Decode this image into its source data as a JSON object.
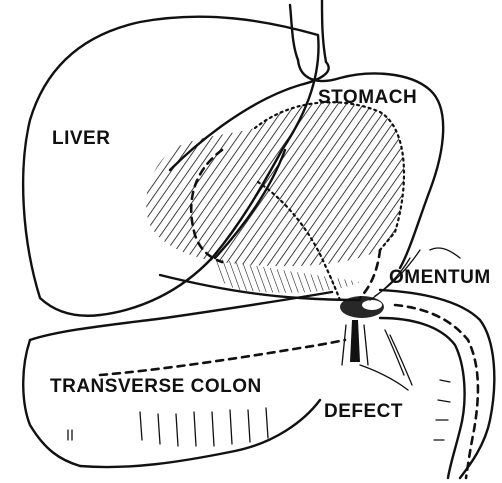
{
  "labels": {
    "liver": "LIVER",
    "stomach": "STOMACH",
    "omentum": "OMENTUM",
    "transverse_colon": "TRANSVERSE COLON",
    "defect": "DEFECT"
  },
  "colors": {
    "ink": "#111111",
    "paper": "#ffffff"
  }
}
